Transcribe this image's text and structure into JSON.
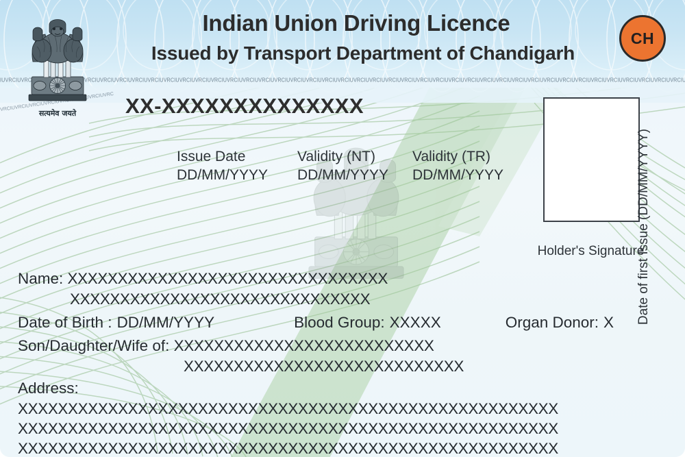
{
  "card": {
    "title_line1": "Indian Union Driving Licence",
    "title_line2": "Issued by Transport Department of Chandigarh",
    "state_badge": "CH",
    "emblem_caption": "सत्यमेव जयते",
    "licence_number": "XX-XXXXXXXXXXXXXX",
    "microprint": "IUVRC",
    "colors": {
      "badge_orange": "#ec7430",
      "badge_border": "#2a2a2a",
      "top_band_blue": "#c9e5f4",
      "card_background": "#eef6fa",
      "guilloche_green": "#9ec49a",
      "text_dark": "#262b30"
    }
  },
  "dates": [
    {
      "label": "Issue Date",
      "value": "DD/MM/YYYY"
    },
    {
      "label": "Validity (NT)",
      "value": "DD/MM/YYYY"
    },
    {
      "label": "Validity (TR)",
      "value": "DD/MM/YYYY"
    }
  ],
  "signature": {
    "label": "Holder's Signature"
  },
  "first_issue": {
    "vertical_label": "Date of first Issue (DD/MM/YYYY)"
  },
  "details": {
    "name_label": "Name:",
    "name_line1": "XXXXXXXXXXXXXXXXXXXXXXXXXXXXXXXX",
    "name_line2": "XXXXXXXXXXXXXXXXXXXXXXXXXXXXXX",
    "dob_label": "Date of Birth :",
    "dob_value": "DD/MM/YYYY",
    "blood_group_label": "Blood Group:",
    "blood_group_value": "XXXXX",
    "organ_donor_label": "Organ Donor:",
    "organ_donor_value": "X",
    "relation_label": "Son/Daughter/Wife of:",
    "relation_line1": "XXXXXXXXXXXXXXXXXXXXXXXXXX",
    "relation_line2": "XXXXXXXXXXXXXXXXXXXXXXXXXXXX",
    "address_label": "Address:",
    "address_line1": "XXXXXXXXXXXXXXXXXXXXXXXXXXXXXXXXXXXXXXXXXXXXXXXXXXXXXX",
    "address_line2": "XXXXXXXXXXXXXXXXXXXXXXXXXXXXXXXXXXXXXXXXXXXXXXXXXXXXXX",
    "address_line3": "XXXXXXXXXXXXXXXXXXXXXXXXXXXXXXXXXXXXXXXXXXXXXXXXXXXXXX"
  }
}
